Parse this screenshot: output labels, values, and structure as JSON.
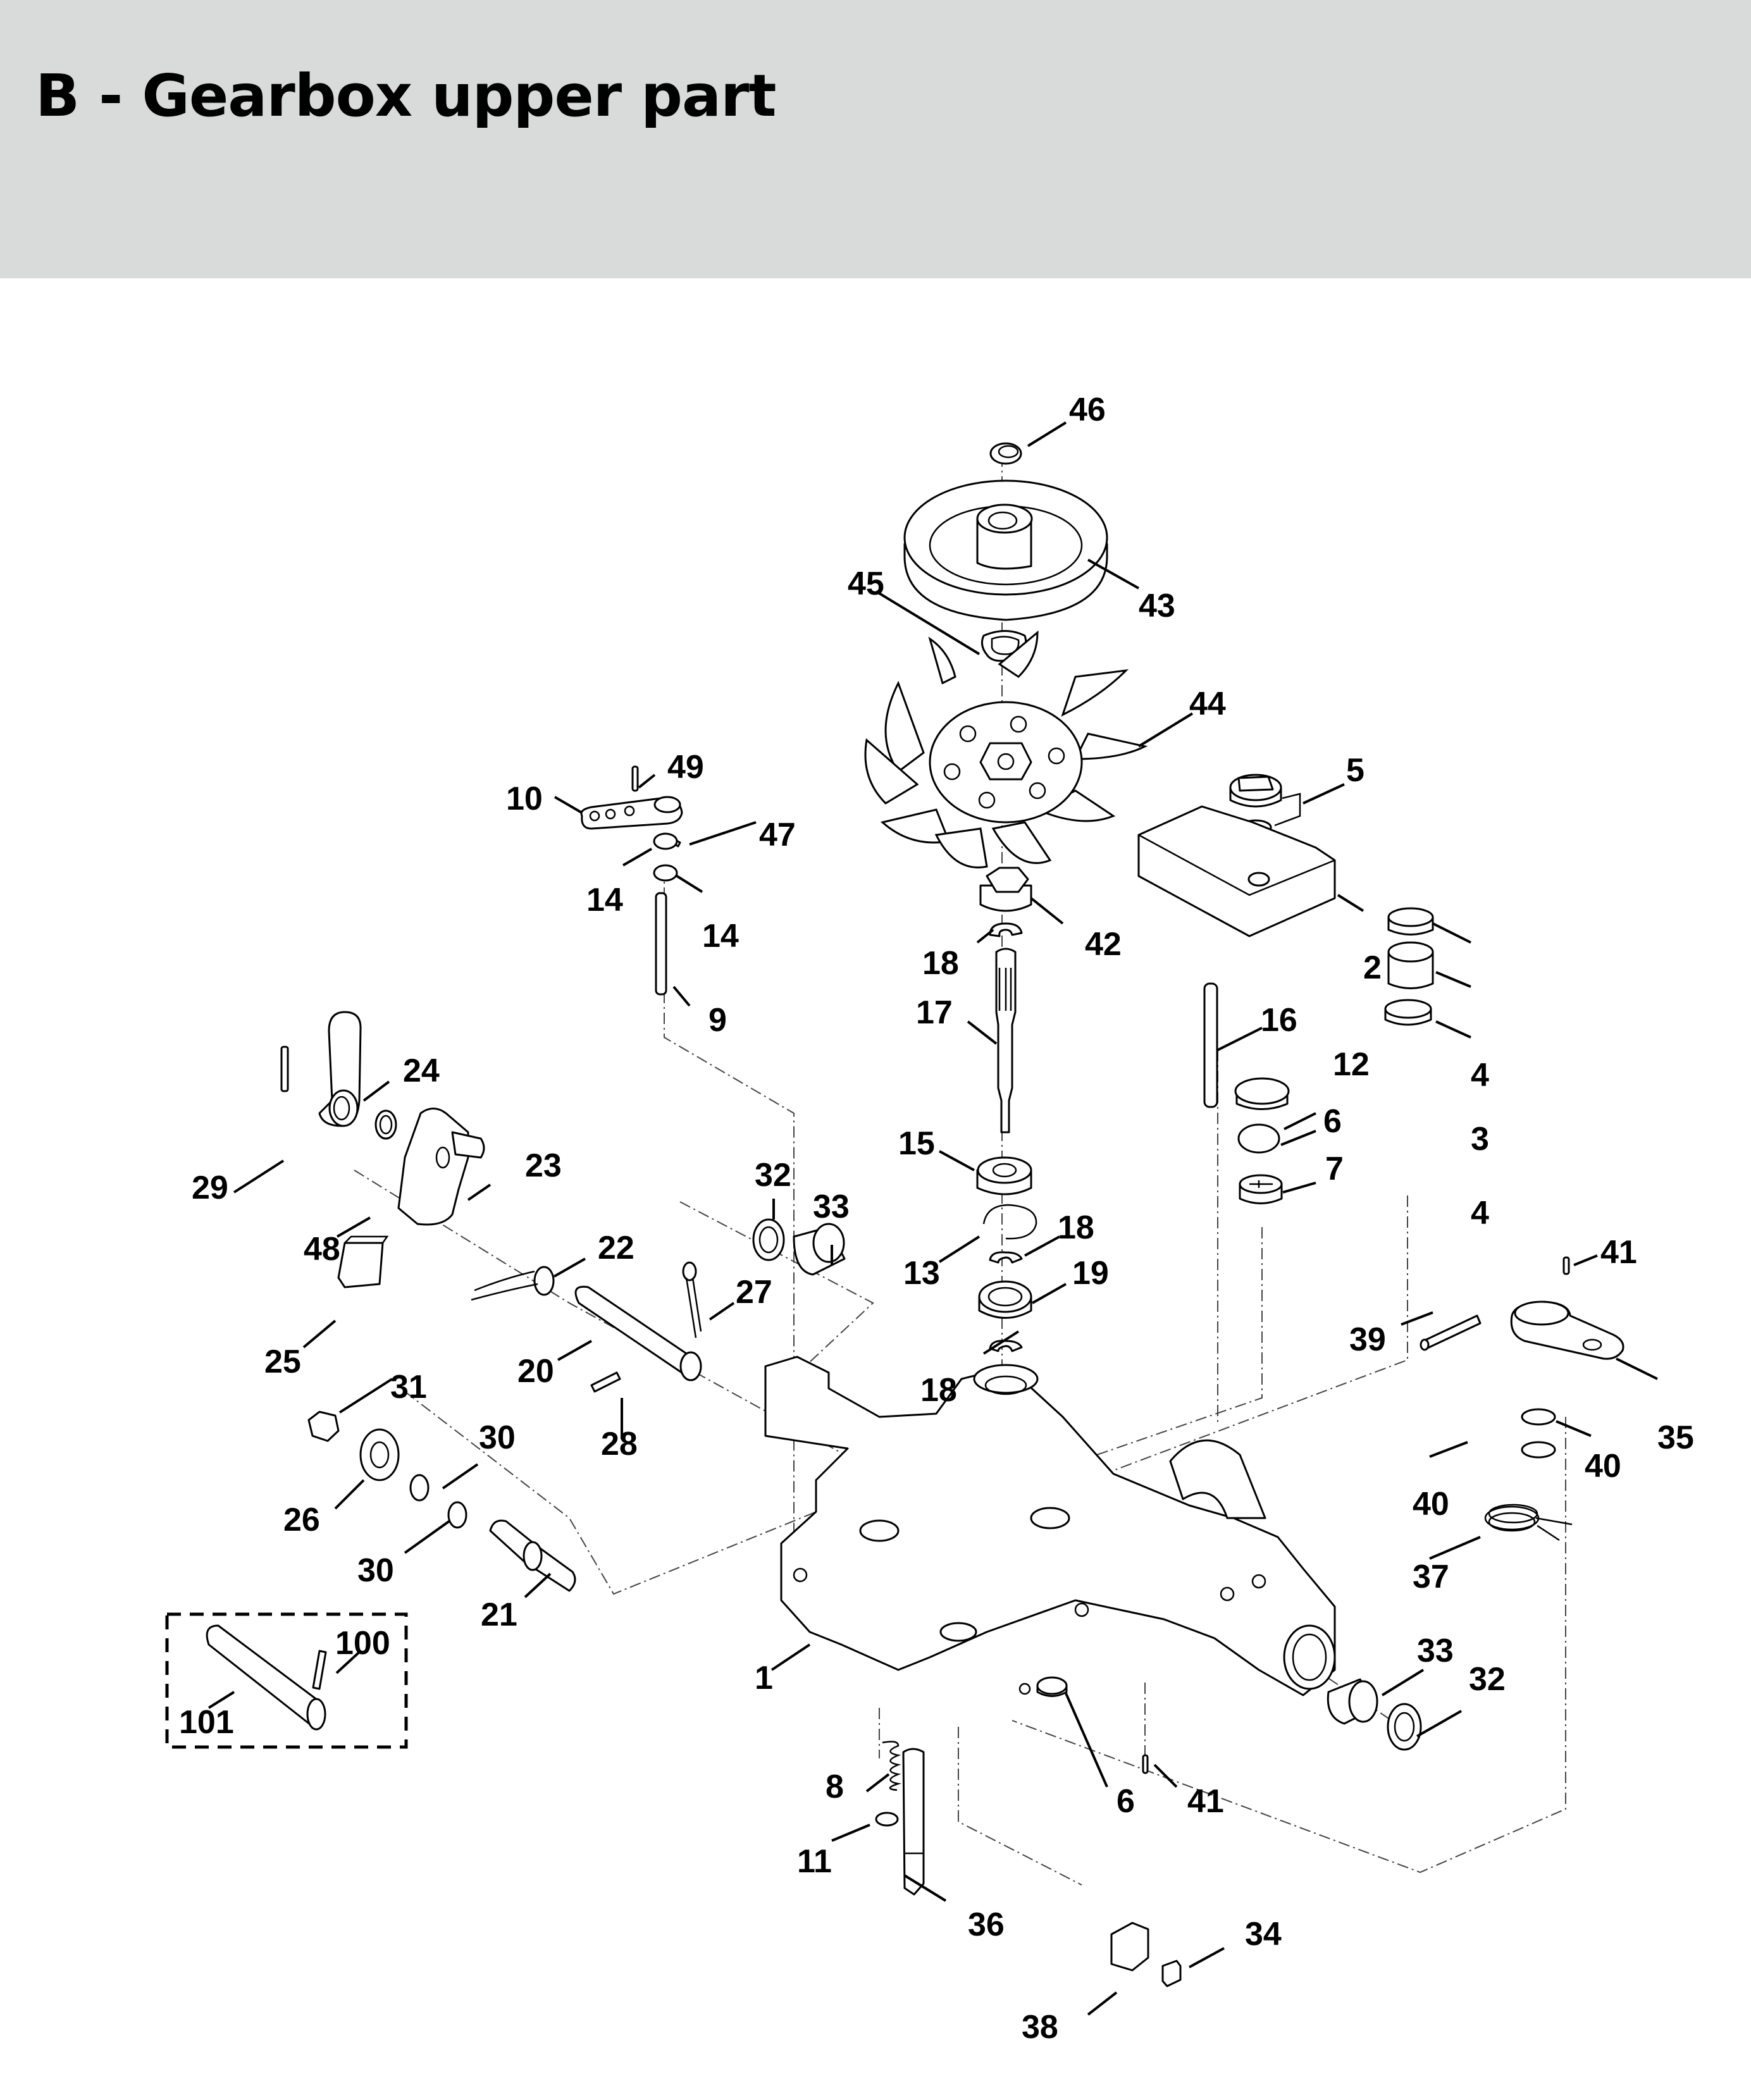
{
  "header": {
    "title": "B - Gearbox upper part",
    "background_color": "#d9dbda"
  },
  "diagram": {
    "type": "exploded-parts-view",
    "callouts": [
      {
        "id": "c46",
        "number": "46",
        "part": "retaining-ring"
      },
      {
        "id": "c43",
        "number": "43",
        "part": "pulley"
      },
      {
        "id": "c45",
        "number": "45",
        "part": "washer"
      },
      {
        "id": "c44",
        "number": "44",
        "part": "fan"
      },
      {
        "id": "c5",
        "number": "5",
        "part": "cap-assembly"
      },
      {
        "id": "c49",
        "number": "49",
        "part": "pin"
      },
      {
        "id": "c10",
        "number": "10",
        "part": "lever-arm"
      },
      {
        "id": "c47",
        "number": "47",
        "part": "pin"
      },
      {
        "id": "c14a",
        "number": "14",
        "part": "o-ring"
      },
      {
        "id": "c14b",
        "number": "14",
        "part": "o-ring"
      },
      {
        "id": "c42",
        "number": "42",
        "part": "nut"
      },
      {
        "id": "c18a",
        "number": "18",
        "part": "e-clip"
      },
      {
        "id": "c2",
        "number": "2",
        "part": "expansion-tank"
      },
      {
        "id": "c9",
        "number": "9",
        "part": "shaft"
      },
      {
        "id": "c17",
        "number": "17",
        "part": "input-shaft"
      },
      {
        "id": "c16",
        "number": "16",
        "part": "tube"
      },
      {
        "id": "c24",
        "number": "24",
        "part": "control-arm"
      },
      {
        "id": "c12",
        "number": "12",
        "part": "cap"
      },
      {
        "id": "c4a",
        "number": "4",
        "part": "hose-clamp"
      },
      {
        "id": "c3",
        "number": "3",
        "part": "hose"
      },
      {
        "id": "c6a",
        "number": "6",
        "part": "filter"
      },
      {
        "id": "c7",
        "number": "7",
        "part": "cap"
      },
      {
        "id": "c4b",
        "number": "4",
        "part": "hose-clamp"
      },
      {
        "id": "c15",
        "number": "15",
        "part": "seal"
      },
      {
        "id": "c29",
        "number": "29",
        "part": "roll-pin"
      },
      {
        "id": "c23",
        "number": "23",
        "part": "cam"
      },
      {
        "id": "c32a",
        "number": "32",
        "part": "seal"
      },
      {
        "id": "c33a",
        "number": "33",
        "part": "bushing"
      },
      {
        "id": "c48",
        "number": "48",
        "part": "seal"
      },
      {
        "id": "c13",
        "number": "13",
        "part": "snap-ring"
      },
      {
        "id": "c18b",
        "number": "18",
        "part": "e-clip"
      },
      {
        "id": "c19",
        "number": "19",
        "part": "bearing"
      },
      {
        "id": "c22",
        "number": "22",
        "part": "spring"
      },
      {
        "id": "c27",
        "number": "27",
        "part": "cotter-pin"
      },
      {
        "id": "c25",
        "number": "25",
        "part": "block"
      },
      {
        "id": "c20",
        "number": "20",
        "part": "shaft"
      },
      {
        "id": "c18c",
        "number": "18",
        "part": "e-clip"
      },
      {
        "id": "c41a",
        "number": "41",
        "part": "pin"
      },
      {
        "id": "c39",
        "number": "39",
        "part": "roll-pin"
      },
      {
        "id": "c35",
        "number": "35",
        "part": "arm"
      },
      {
        "id": "c31",
        "number": "31",
        "part": "nut"
      },
      {
        "id": "c30a",
        "number": "30",
        "part": "o-ring"
      },
      {
        "id": "c28",
        "number": "28",
        "part": "roll-pin"
      },
      {
        "id": "c40a",
        "number": "40",
        "part": "washer"
      },
      {
        "id": "c26",
        "number": "26",
        "part": "washer"
      },
      {
        "id": "c40b",
        "number": "40",
        "part": "washer"
      },
      {
        "id": "c30b",
        "number": "30",
        "part": "o-ring"
      },
      {
        "id": "c37",
        "number": "37",
        "part": "spring"
      },
      {
        "id": "c21",
        "number": "21",
        "part": "bolt"
      },
      {
        "id": "c100",
        "number": "100",
        "part": "roll-pin"
      },
      {
        "id": "c33b",
        "number": "33",
        "part": "bushing"
      },
      {
        "id": "c1",
        "number": "1",
        "part": "housing"
      },
      {
        "id": "c32b",
        "number": "32",
        "part": "seal"
      },
      {
        "id": "c101",
        "number": "101",
        "part": "shaft"
      },
      {
        "id": "c8",
        "number": "8",
        "part": "spring"
      },
      {
        "id": "c6b",
        "number": "6",
        "part": "cap"
      },
      {
        "id": "c41b",
        "number": "41",
        "part": "pin"
      },
      {
        "id": "c11",
        "number": "11",
        "part": "clamp"
      },
      {
        "id": "c36",
        "number": "36",
        "part": "shaft"
      },
      {
        "id": "c34",
        "number": "34",
        "part": "block"
      },
      {
        "id": "c38",
        "number": "38",
        "part": "block"
      }
    ]
  }
}
